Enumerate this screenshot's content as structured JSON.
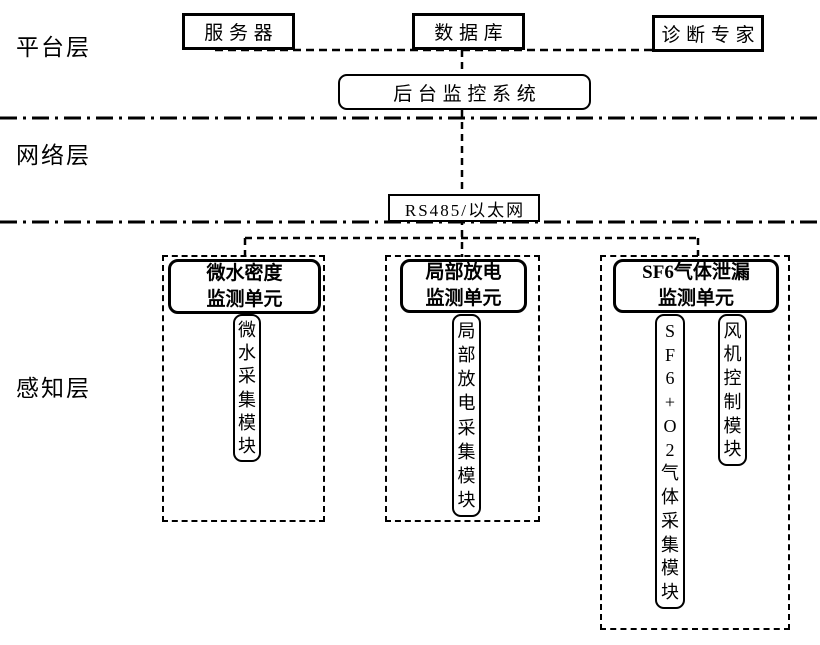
{
  "layer_labels": {
    "platform": "平台层",
    "network": "网络层",
    "perception": "感知层"
  },
  "platform": {
    "server": "服务器",
    "database": "数据库",
    "expert": "诊断专家",
    "backend_system": "后台监控系统"
  },
  "network": {
    "bus_label": "RS485/以太网"
  },
  "perception": {
    "units": [
      {
        "title": "微水密度\n监测单元",
        "modules": [
          {
            "name": "微水采集模块"
          }
        ]
      },
      {
        "title": "局部放电\n监测单元",
        "modules": [
          {
            "name": "局部放电采集模块"
          }
        ]
      },
      {
        "title": "SF6气体泄漏\n监测单元",
        "modules": [
          {
            "name": "SF6+O2气体采集模块"
          },
          {
            "name": "风机控制模块"
          }
        ]
      }
    ]
  },
  "colors": {
    "line": "#000000",
    "background": "#ffffff",
    "text": "#000000"
  }
}
